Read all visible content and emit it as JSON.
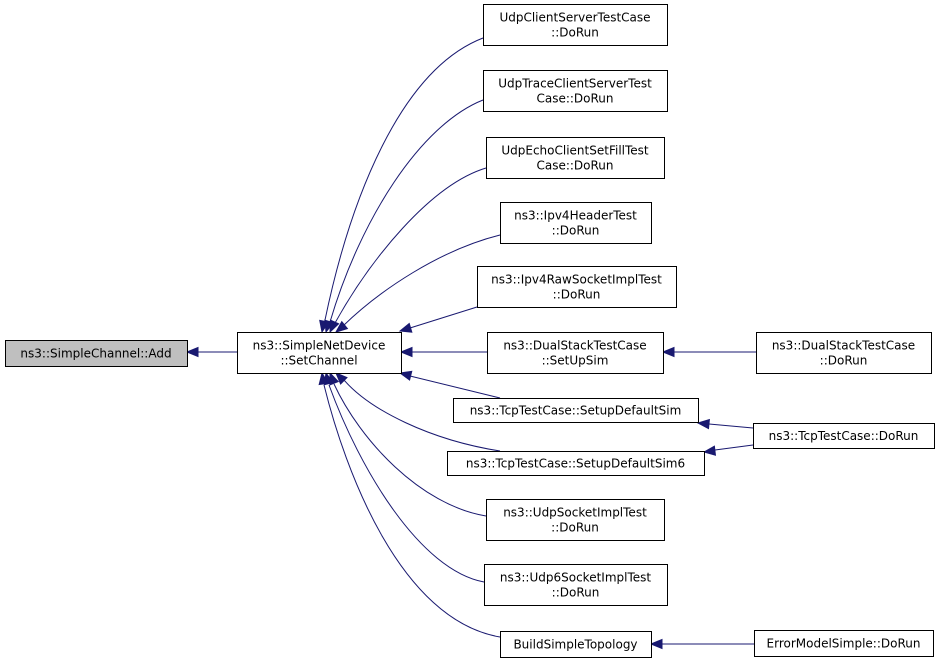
{
  "diagram": {
    "type": "call-graph",
    "edge_color": "#191970",
    "root_fill": "#bfbfbf",
    "nodes": [
      {
        "id": "add",
        "lines": [
          "ns3::SimpleChannel::Add"
        ]
      },
      {
        "id": "setchannel",
        "lines": [
          "ns3::SimpleNetDevice",
          "::SetChannel"
        ]
      },
      {
        "id": "udpcs",
        "lines": [
          "UdpClientServerTestCase",
          "::DoRun"
        ]
      },
      {
        "id": "udptrace",
        "lines": [
          "UdpTraceClientServerTest",
          "Case::DoRun"
        ]
      },
      {
        "id": "udpecho",
        "lines": [
          "UdpEchoClientSetFillTest",
          "Case::DoRun"
        ]
      },
      {
        "id": "ipv4hdr",
        "lines": [
          "ns3::Ipv4HeaderTest",
          "::DoRun"
        ]
      },
      {
        "id": "ipv4raw",
        "lines": [
          "ns3::Ipv4RawSocketImplTest",
          "::DoRun"
        ]
      },
      {
        "id": "dualsetup",
        "lines": [
          "ns3::DualStackTestCase",
          "::SetUpSim"
        ]
      },
      {
        "id": "tcpsetup",
        "lines": [
          "ns3::TcpTestCase::SetupDefaultSim"
        ]
      },
      {
        "id": "tcpsetup6",
        "lines": [
          "ns3::TcpTestCase::SetupDefaultSim6"
        ]
      },
      {
        "id": "udpsock",
        "lines": [
          "ns3::UdpSocketImplTest",
          "::DoRun"
        ]
      },
      {
        "id": "udp6sock",
        "lines": [
          "ns3::Udp6SocketImplTest",
          "::DoRun"
        ]
      },
      {
        "id": "buildtopo",
        "lines": [
          "BuildSimpleTopology"
        ]
      },
      {
        "id": "dualrun",
        "lines": [
          "ns3::DualStackTestCase",
          "::DoRun"
        ]
      },
      {
        "id": "tcprun",
        "lines": [
          "ns3::TcpTestCase::DoRun"
        ]
      },
      {
        "id": "errrun",
        "lines": [
          "ErrorModelSimple::DoRun"
        ]
      }
    ],
    "edges": [
      {
        "from": "setchannel",
        "to": "add"
      },
      {
        "from": "udpcs",
        "to": "setchannel"
      },
      {
        "from": "udptrace",
        "to": "setchannel"
      },
      {
        "from": "udpecho",
        "to": "setchannel"
      },
      {
        "from": "ipv4hdr",
        "to": "setchannel"
      },
      {
        "from": "ipv4raw",
        "to": "setchannel"
      },
      {
        "from": "dualsetup",
        "to": "setchannel"
      },
      {
        "from": "tcpsetup",
        "to": "setchannel"
      },
      {
        "from": "tcpsetup6",
        "to": "setchannel"
      },
      {
        "from": "udpsock",
        "to": "setchannel"
      },
      {
        "from": "udp6sock",
        "to": "setchannel"
      },
      {
        "from": "buildtopo",
        "to": "setchannel"
      },
      {
        "from": "dualrun",
        "to": "dualsetup"
      },
      {
        "from": "tcprun",
        "to": "tcpsetup"
      },
      {
        "from": "tcprun",
        "to": "tcpsetup6"
      },
      {
        "from": "errrun",
        "to": "buildtopo"
      }
    ]
  }
}
